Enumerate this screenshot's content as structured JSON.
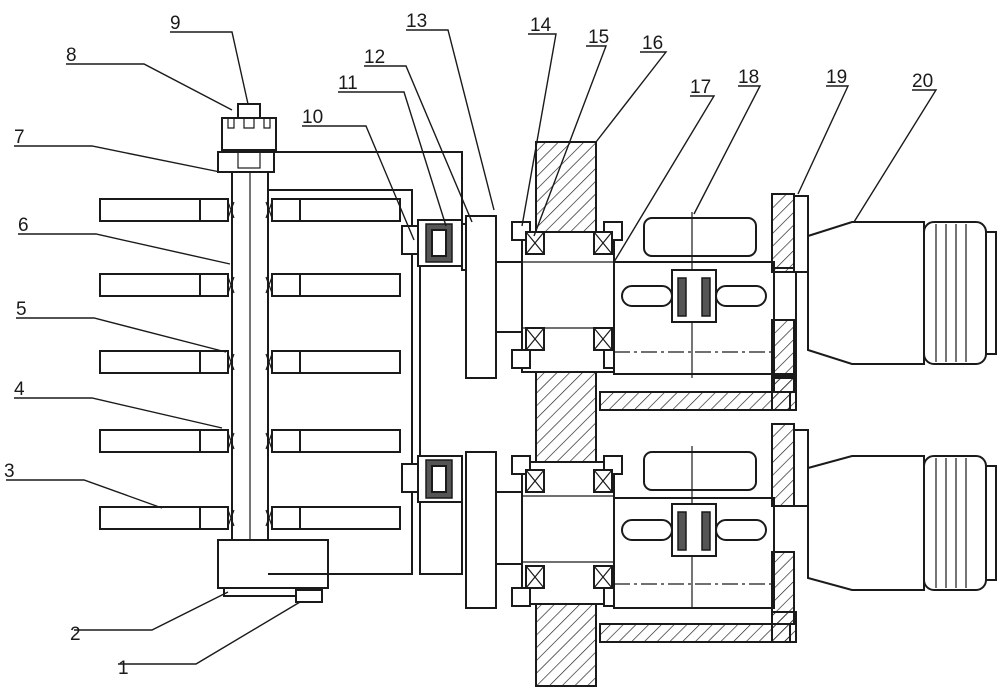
{
  "labels": [
    {
      "id": "1",
      "text": "1"
    },
    {
      "id": "2",
      "text": "2"
    },
    {
      "id": "3",
      "text": "3"
    },
    {
      "id": "4",
      "text": "4"
    },
    {
      "id": "5",
      "text": "5"
    },
    {
      "id": "6",
      "text": "6"
    },
    {
      "id": "7",
      "text": "7"
    },
    {
      "id": "8",
      "text": "8"
    },
    {
      "id": "9",
      "text": "9"
    },
    {
      "id": "10",
      "text": "10"
    },
    {
      "id": "11",
      "text": "11"
    },
    {
      "id": "12",
      "text": "12"
    },
    {
      "id": "13",
      "text": "13"
    },
    {
      "id": "14",
      "text": "14"
    },
    {
      "id": "15",
      "text": "15"
    },
    {
      "id": "16",
      "text": "16"
    },
    {
      "id": "17",
      "text": "17"
    },
    {
      "id": "18",
      "text": "18"
    },
    {
      "id": "19",
      "text": "19"
    },
    {
      "id": "20",
      "text": "20"
    }
  ]
}
